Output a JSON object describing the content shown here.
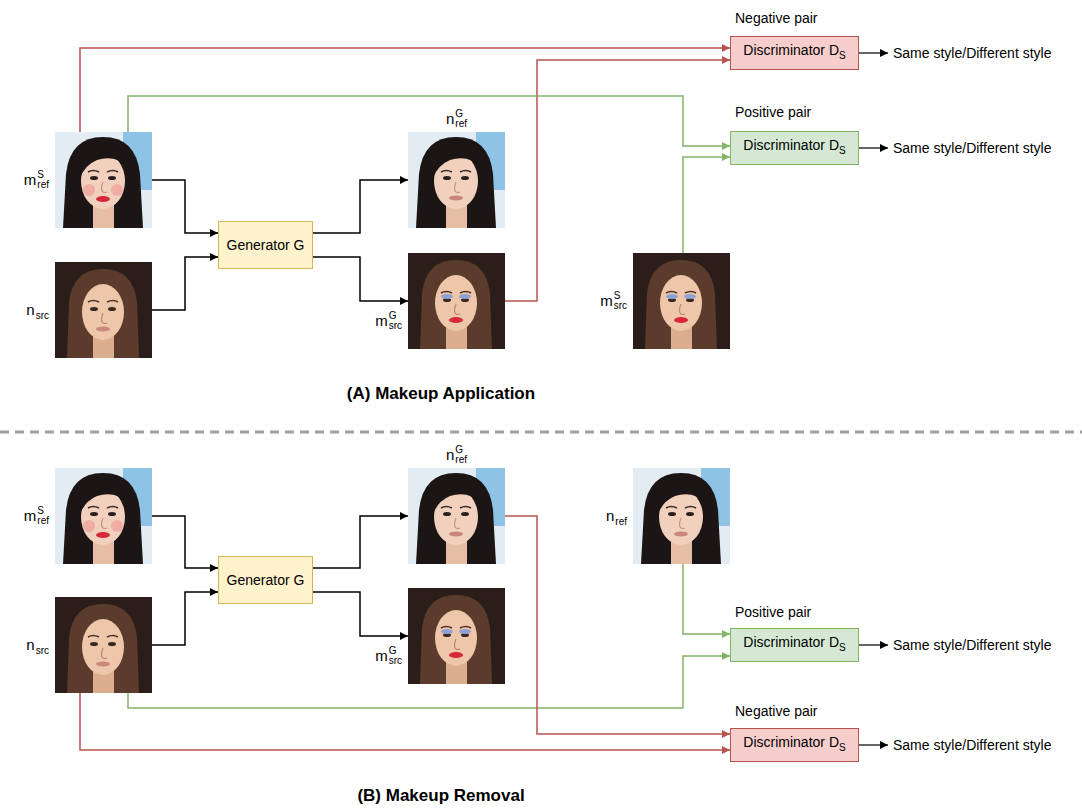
{
  "diagram": {
    "nodes": [
      {
        "text": [
          "m",
          "S",
          "ref"
        ]
      },
      {
        "text": [
          "n",
          "src"
        ]
      },
      {
        "text": [
          "Generator G"
        ]
      },
      {
        "text": [
          "n",
          "G",
          "ref"
        ]
      },
      {
        "text": [
          "m",
          "G",
          "src"
        ]
      },
      {
        "text": [
          "m",
          "S",
          "src"
        ]
      },
      {
        "text": [
          "Discriminator D",
          "S"
        ]
      },
      {
        "text": [
          "Discriminator D",
          "S"
        ]
      },
      {
        "text": [
          "m",
          "S",
          "ref"
        ]
      },
      {
        "text": [
          "n",
          "src"
        ]
      },
      {
        "text": [
          "Generator G"
        ]
      },
      {
        "text": [
          "n",
          "G",
          "ref"
        ]
      },
      {
        "text": [
          "m",
          "G",
          "src"
        ]
      },
      {
        "text": [
          "n",
          "ref"
        ]
      },
      {
        "text": [
          "Discriminator D",
          "S"
        ]
      },
      {
        "text": [
          "Discriminator D",
          "S"
        ]
      }
    ],
    "edges": [
      {
        "from": 0,
        "to": 2,
        "arrow": "to"
      },
      {
        "from": 1,
        "to": 2,
        "arrow": "to"
      },
      {
        "from": 2,
        "to": 3,
        "arrow": "to"
      },
      {
        "from": 2,
        "to": 4,
        "arrow": "to"
      },
      {
        "from": 0,
        "to": 6,
        "arrow": "to"
      },
      {
        "from": 4,
        "to": 6,
        "arrow": "to"
      },
      {
        "from": 0,
        "to": 7,
        "arrow": "to"
      },
      {
        "from": 5,
        "to": 7,
        "arrow": "to"
      },
      {
        "from": 8,
        "to": 10,
        "arrow": "to"
      },
      {
        "from": 9,
        "to": 10,
        "arrow": "to"
      },
      {
        "from": 10,
        "to": 11,
        "arrow": "to"
      },
      {
        "from": 10,
        "to": 12,
        "arrow": "to"
      },
      {
        "from": 13,
        "to": 14,
        "arrow": "to"
      },
      {
        "from": 9,
        "to": 14,
        "arrow": "to"
      },
      {
        "from": 11,
        "to": 15,
        "arrow": "to"
      },
      {
        "from": 9,
        "to": 15,
        "arrow": "to"
      }
    ],
    "labels": [
      "Negative pair",
      "Same style/Different style",
      "Positive pair",
      "Same style/Different style",
      "(A) Makeup Application",
      "Positive pair",
      "Same style/Different style",
      "Negative pair",
      "Same style/Different style",
      "(B) Makeup Removal"
    ]
  }
}
